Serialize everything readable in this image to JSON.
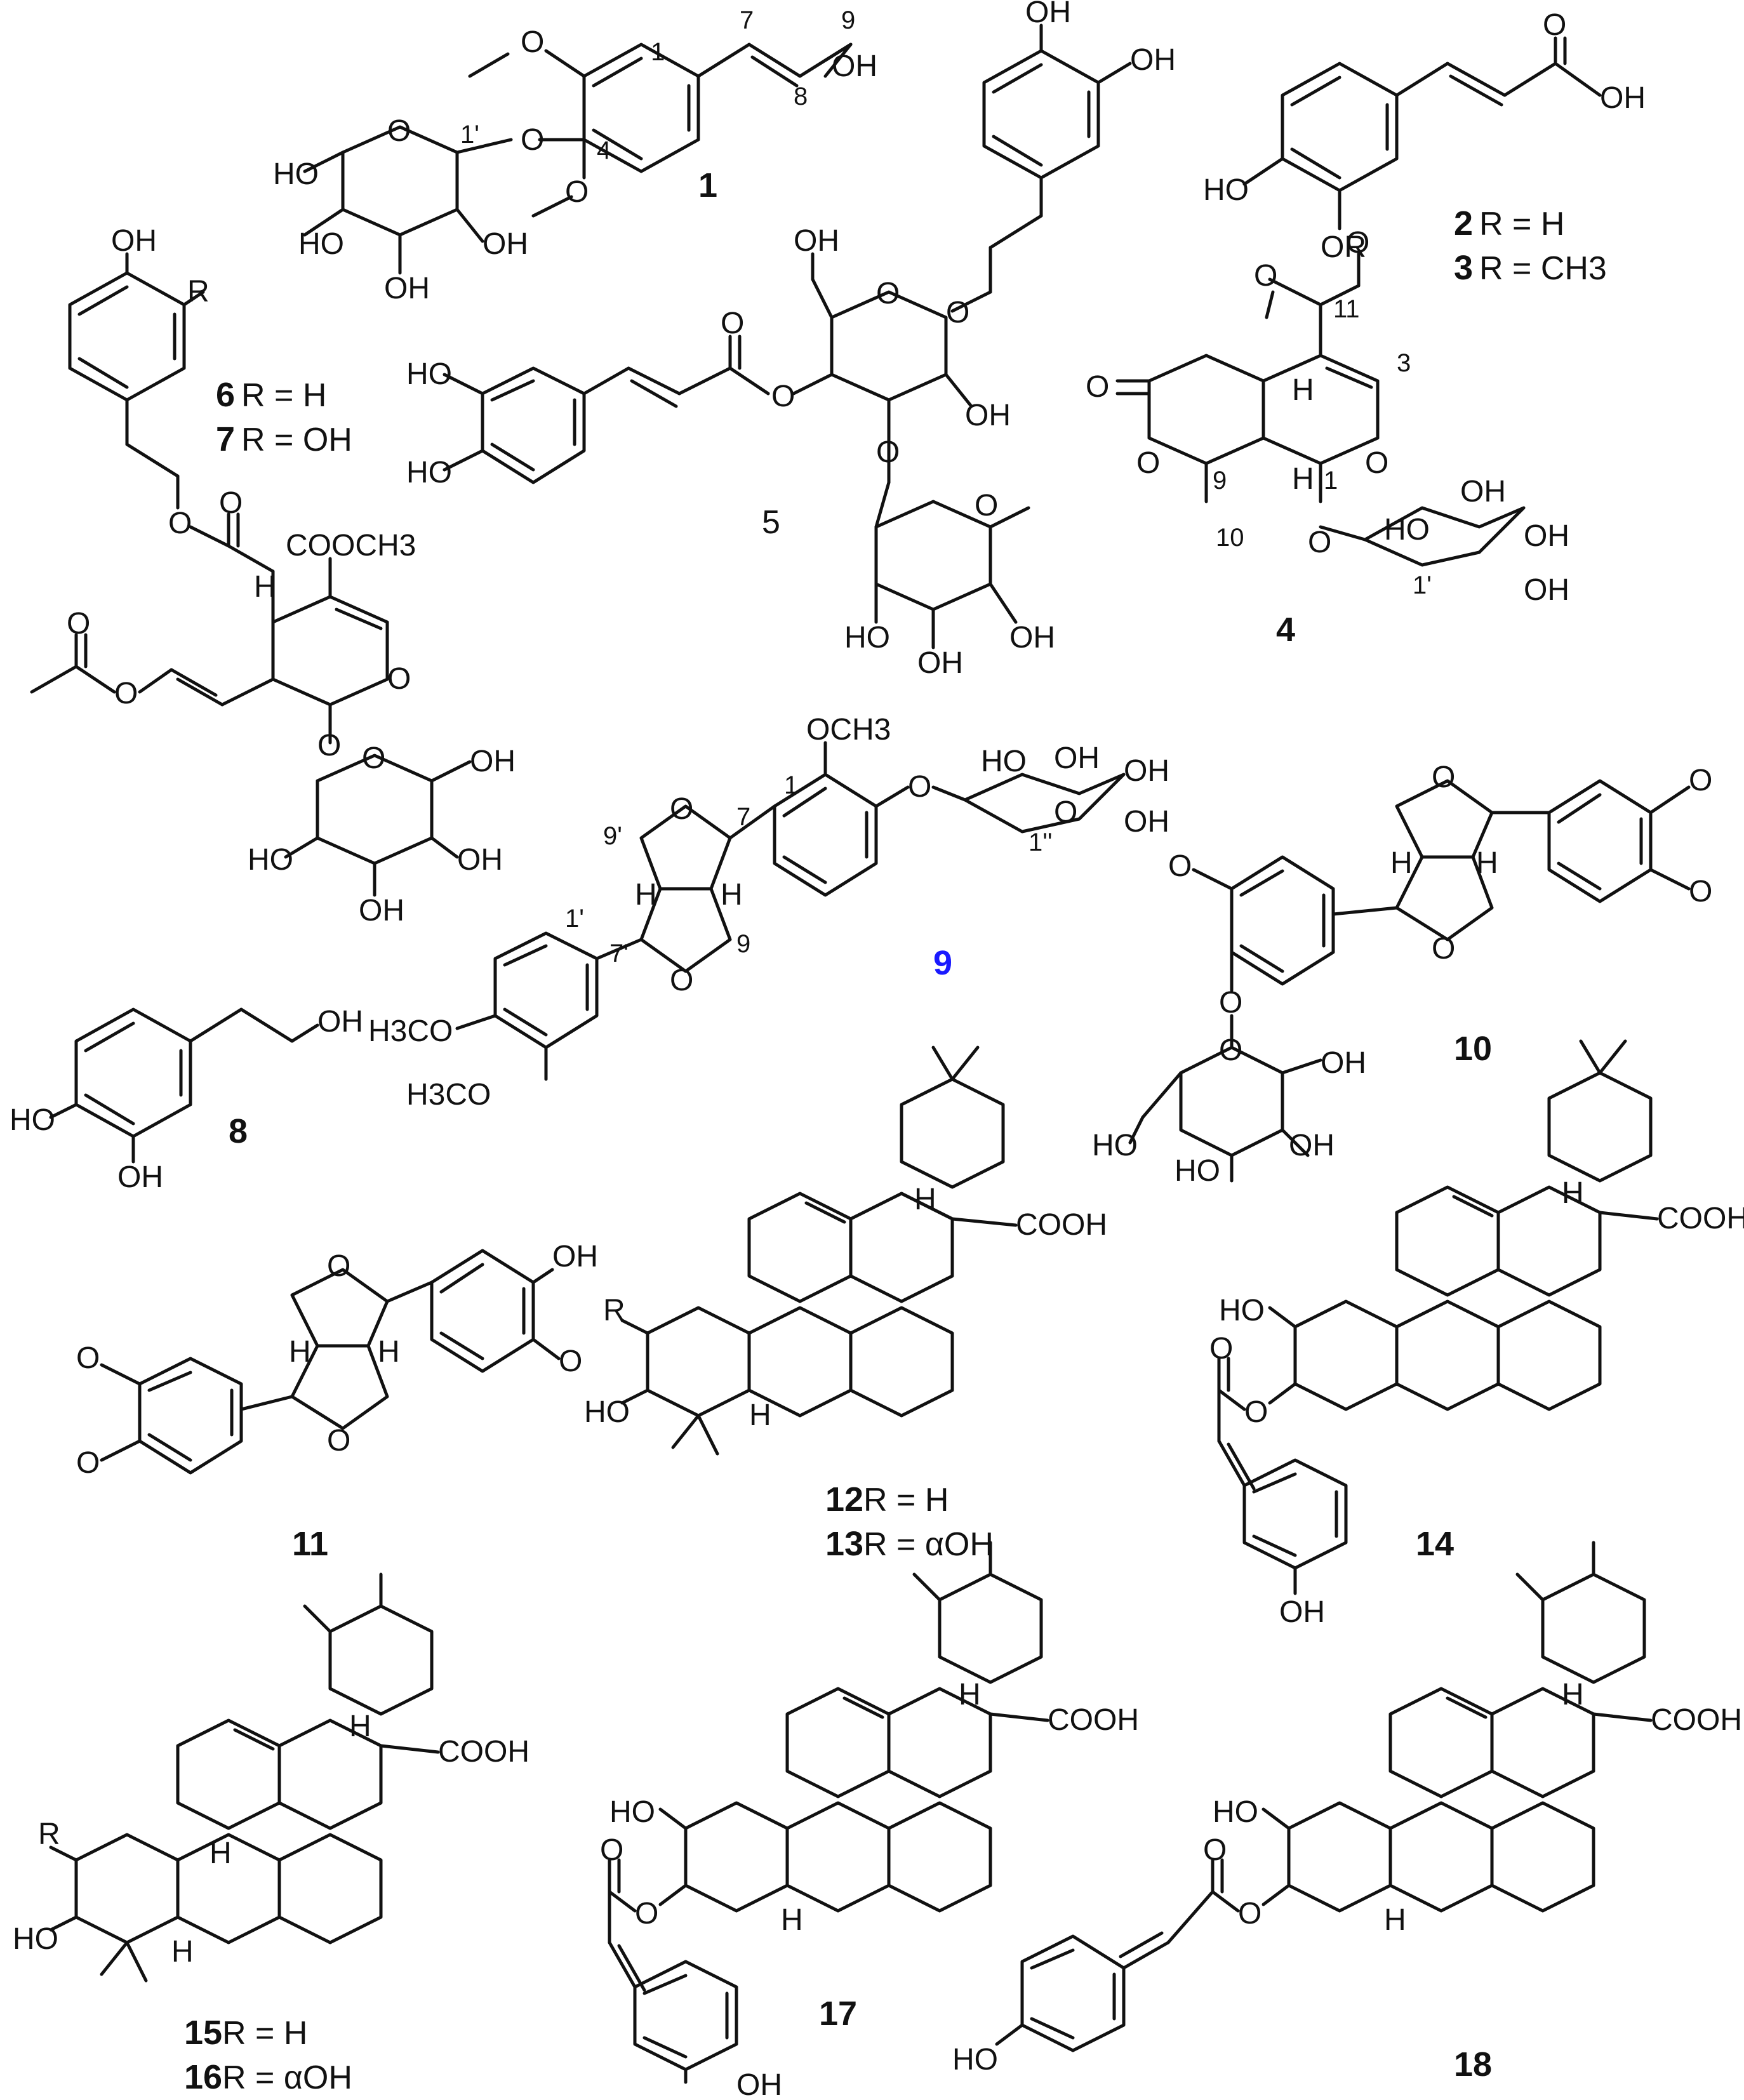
{
  "compounds": [
    {
      "id": "1",
      "caption": ""
    },
    {
      "id": "2",
      "caption": "R = H"
    },
    {
      "id": "3",
      "caption": "R = CH3"
    },
    {
      "id": "4",
      "caption": ""
    },
    {
      "id": "5",
      "caption": ""
    },
    {
      "id": "6",
      "caption": "R = H"
    },
    {
      "id": "7",
      "caption": "R = OH"
    },
    {
      "id": "8",
      "caption": ""
    },
    {
      "id": "9",
      "caption": "",
      "color": "#1a1aff"
    },
    {
      "id": "10",
      "caption": ""
    },
    {
      "id": "11",
      "caption": ""
    },
    {
      "id": "12",
      "caption": "R = H"
    },
    {
      "id": "13",
      "caption": "R = αOH"
    },
    {
      "id": "14",
      "caption": ""
    },
    {
      "id": "15",
      "caption": "R = H"
    },
    {
      "id": "16",
      "caption": "R = αOH"
    },
    {
      "id": "17",
      "caption": ""
    },
    {
      "id": "18",
      "caption": ""
    }
  ],
  "atom_labels": {
    "oh": "OH",
    "ho": "HO",
    "o": "O",
    "h": "H",
    "r": "R",
    "or": "OR",
    "cooh": "COOH",
    "coome": "COOCH3",
    "och3": "OCH3",
    "h3co": "H3CO"
  },
  "locants": {
    "c1_1": "1",
    "c1_4": "4",
    "c1_7": "7",
    "c1_8": "8",
    "c1_9": "9",
    "c1_1p": "1'",
    "c4_11": "11",
    "c4_3": "3",
    "c4_1": "1",
    "c4_9": "9",
    "c4_10": "10",
    "c4_1p": "1'",
    "c9_1": "1",
    "c9_7": "7",
    "c9_9p": "9'",
    "c9_9": "9",
    "c9_7p": "7'",
    "c9_1p": "1'",
    "c9_1pp": "1''"
  },
  "colors": {
    "ink": "#111111",
    "highlight": "#1a1aff"
  }
}
